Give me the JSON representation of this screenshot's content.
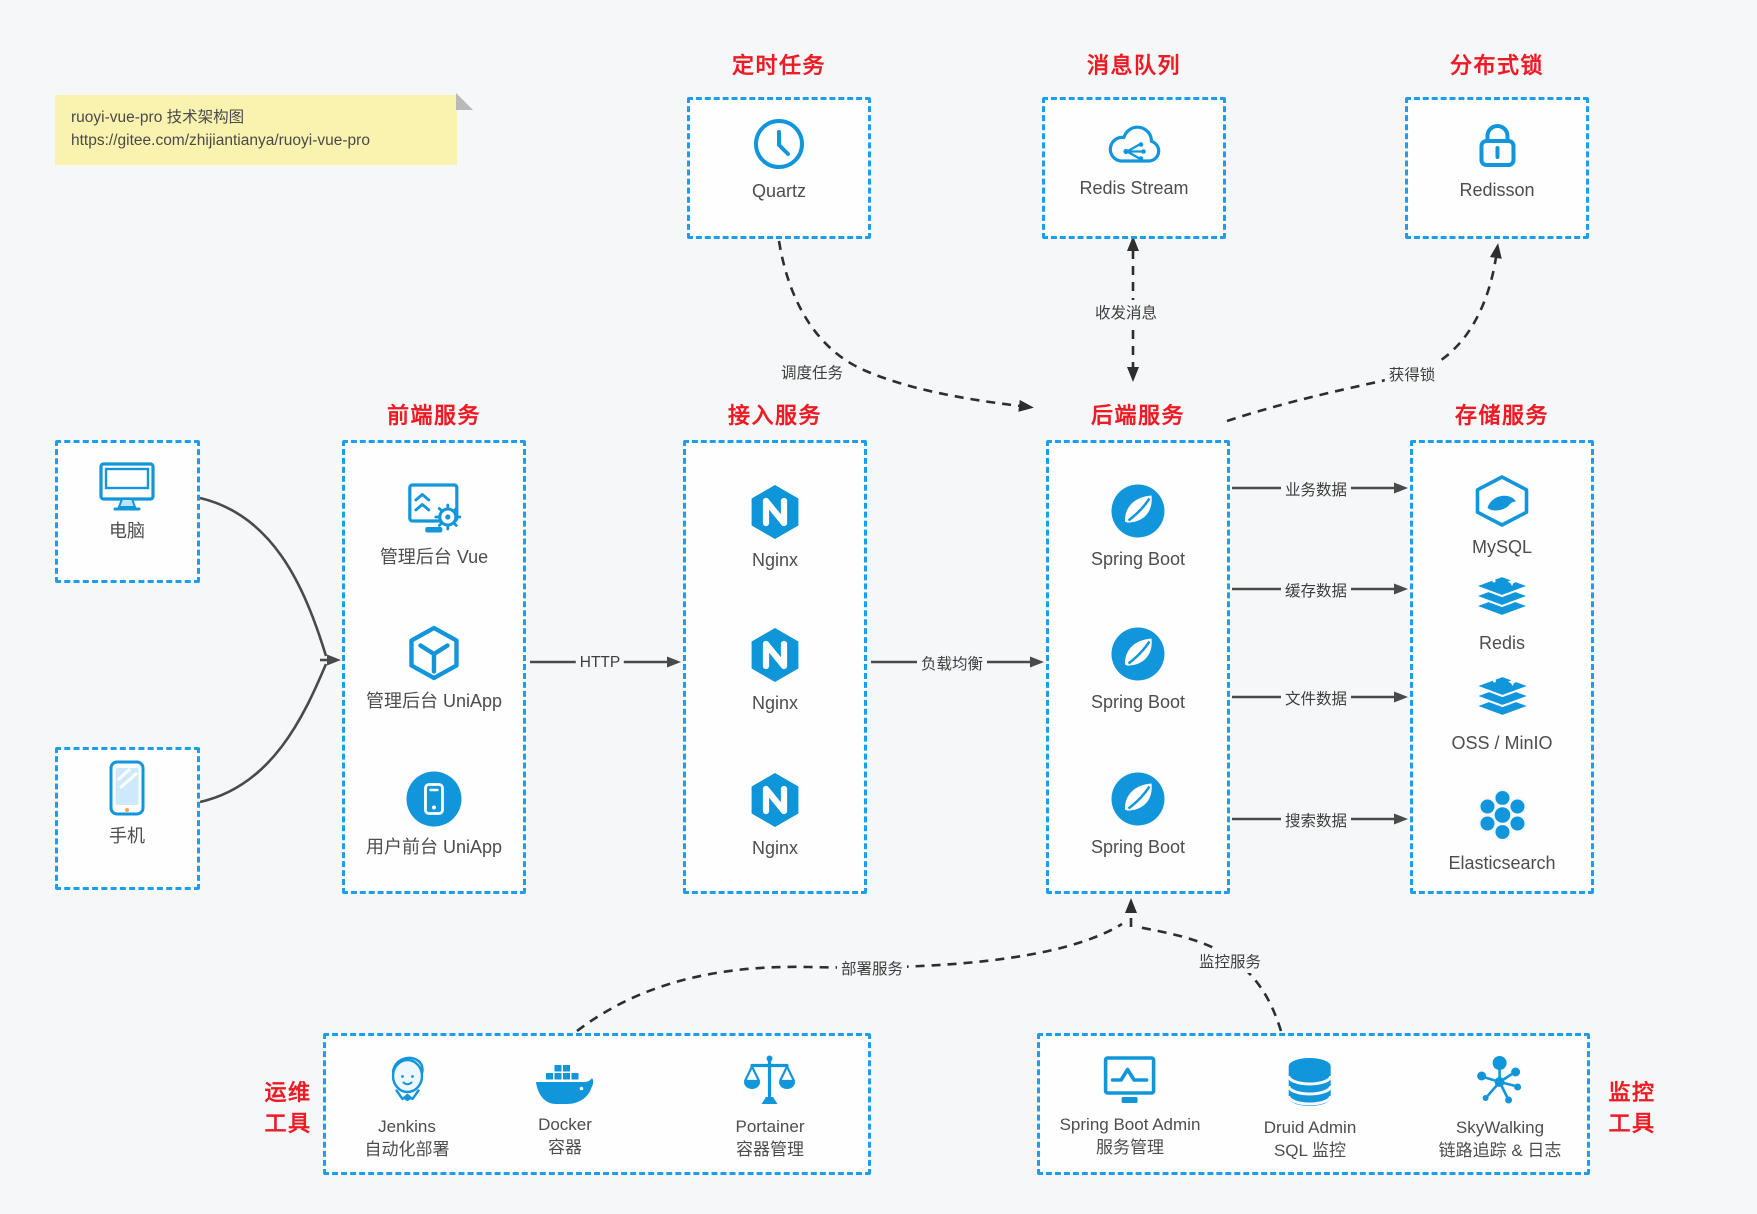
{
  "title_note": {
    "line1": "ruoyi-vue-pro 技术架构图",
    "line2": "https://gitee.com/zhijiantianya/ruoyi-vue-pro"
  },
  "colors": {
    "icon_blue": "#1296db",
    "border_blue": "#1d9df0",
    "title_red": "#ee1b24",
    "note_bg": "#faf3b0",
    "canvas_bg": "#f6f7f8",
    "arrow_dark": "#4a4a4a",
    "dashed_arrow": "#2e2e2e"
  },
  "groups": {
    "scheduled_job": {
      "title": "定时任务",
      "node": {
        "label": "Quartz",
        "icon": "clock-icon"
      }
    },
    "message_queue": {
      "title": "消息队列",
      "node": {
        "label": "Redis Stream",
        "icon": "cloud-stream-icon"
      }
    },
    "distributed_lock": {
      "title": "分布式锁",
      "node": {
        "label": "Redisson",
        "icon": "lock-icon"
      }
    },
    "clients": {
      "computer": {
        "label": "电脑",
        "icon": "desktop-icon"
      },
      "phone": {
        "label": "手机",
        "icon": "phone-icon"
      }
    },
    "frontend": {
      "title": "前端服务",
      "nodes": [
        {
          "label": "管理后台 Vue",
          "icon": "admin-vue-icon"
        },
        {
          "label": "管理后台 UniApp",
          "icon": "cube-icon"
        },
        {
          "label": "用户前台 UniApp",
          "icon": "mobile-app-icon"
        }
      ]
    },
    "gateway": {
      "title": "接入服务",
      "nodes": [
        {
          "label": "Nginx",
          "icon": "nginx-icon"
        },
        {
          "label": "Nginx",
          "icon": "nginx-icon"
        },
        {
          "label": "Nginx",
          "icon": "nginx-icon"
        }
      ]
    },
    "backend": {
      "title": "后端服务",
      "nodes": [
        {
          "label": "Spring Boot",
          "icon": "spring-boot-icon"
        },
        {
          "label": "Spring Boot",
          "icon": "spring-boot-icon"
        },
        {
          "label": "Spring Boot",
          "icon": "spring-boot-icon"
        }
      ]
    },
    "storage": {
      "title": "存储服务",
      "nodes": [
        {
          "label": "MySQL",
          "icon": "mysql-icon"
        },
        {
          "label": "Redis",
          "icon": "redis-stack-icon"
        },
        {
          "label": "OSS / MinIO",
          "icon": "oss-stack-icon"
        },
        {
          "label": "Elasticsearch",
          "icon": "elasticsearch-icon"
        }
      ]
    },
    "devops_tools": {
      "title_line1": "运维",
      "title_line2": "工具",
      "nodes": [
        {
          "name": "Jenkins",
          "desc": "自动化部署",
          "icon": "jenkins-icon"
        },
        {
          "name": "Docker",
          "desc": "容器",
          "icon": "docker-icon"
        },
        {
          "name": "Portainer",
          "desc": "容器管理",
          "icon": "portainer-icon"
        }
      ]
    },
    "monitor_tools": {
      "title_line1": "监控",
      "title_line2": "工具",
      "nodes": [
        {
          "name": "Spring Boot Admin",
          "desc": "服务管理",
          "icon": "spring-boot-admin-icon"
        },
        {
          "name": "Druid Admin",
          "desc": "SQL 监控",
          "icon": "druid-icon"
        },
        {
          "name": "SkyWalking",
          "desc": "链路追踪 & 日志",
          "icon": "skywalking-icon"
        }
      ]
    }
  },
  "edges": {
    "http": "HTTP",
    "load_balance": "负载均衡",
    "business_data": "业务数据",
    "cache_data": "缓存数据",
    "file_data": "文件数据",
    "search_data": "搜索数据",
    "schedule_job": "调度任务",
    "send_receive_msg": "收发消息",
    "acquire_lock": "获得锁",
    "deploy_service": "部署服务",
    "monitor_service": "监控服务"
  }
}
